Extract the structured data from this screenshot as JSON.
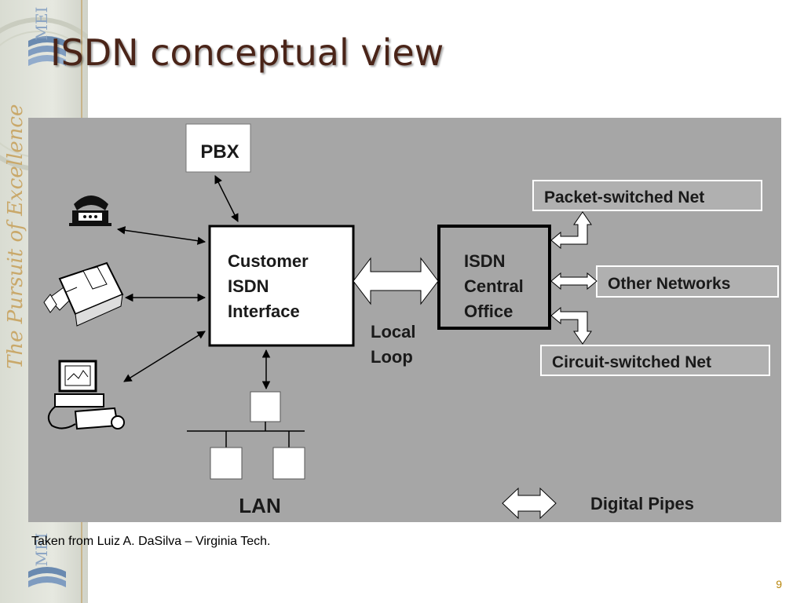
{
  "slide": {
    "title": "ISDN conceptual view",
    "credit": "Taken from Luiz A. DaSilva – Virginia Tech.",
    "page_number": "9"
  },
  "diagram": {
    "pbx": "PBX",
    "customer_interface": [
      "Customer",
      "ISDN",
      "Interface"
    ],
    "central_office": [
      "ISDN",
      "Central",
      "Office"
    ],
    "local_loop": [
      "Local",
      "Loop"
    ],
    "packet_net": "Packet-switched Net",
    "other_networks": "Other Networks",
    "circuit_net": "Circuit-switched Net",
    "lan": "LAN",
    "legend": "Digital Pipes"
  },
  "sidebar": {
    "motto": "The Pursuit of Excellence",
    "logo_text": "MEI"
  },
  "colors": {
    "title": "#4a2418",
    "diagram_bg": "#a6a6a6",
    "page_number": "#b8860b"
  },
  "icons": [
    "telephone-icon",
    "fax-icon",
    "computer-icon"
  ]
}
